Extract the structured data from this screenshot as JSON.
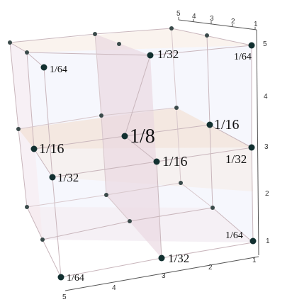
{
  "axis_ticks": {
    "top_axis": [
      "5",
      "4",
      "3",
      "2",
      "1"
    ],
    "right_axis": [
      "5",
      "4",
      "3",
      "2",
      "1"
    ],
    "bottom_right_axis": [
      "3",
      "2",
      "1"
    ],
    "bottom_left_axis": [
      "5",
      "4"
    ]
  },
  "labels": {
    "back_top_center": "1/32",
    "back_top_right": "1/64",
    "back_top_left": "1/64",
    "center": "1/8",
    "mid_right": "1/16",
    "mid_left": "1/16",
    "mid_front": "1/16",
    "mid_right_front": "1/32",
    "mid_left_front": "1/32",
    "bottom_right": "1/64",
    "bottom_center": "1/32",
    "bottom_left": "1/64"
  },
  "colors": {
    "horizontal_plane": "#f3dccb",
    "vertical_plane": "#e9d7e0",
    "back_face": "#eef0fb",
    "point": "#123030"
  }
}
